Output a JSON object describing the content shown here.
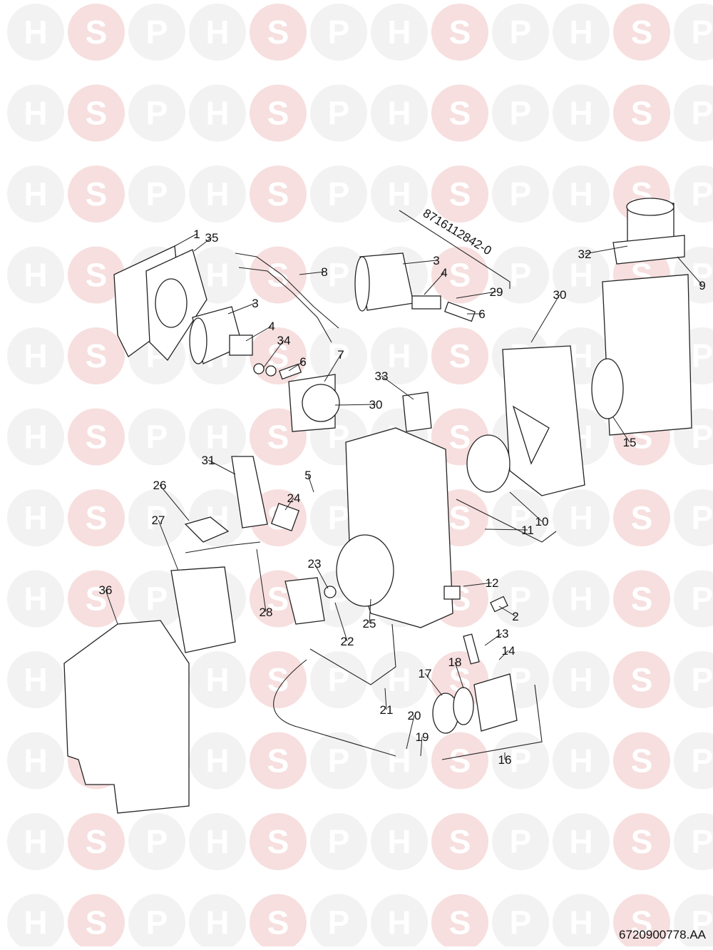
{
  "watermark": {
    "letters": [
      "H",
      "S",
      "P"
    ],
    "colors": {
      "neutral": "#f2f2f2",
      "accent": "#f7dfdf"
    }
  },
  "diagram": {
    "kit_reference": "8716112842-0",
    "drawing_number": "6720900778.AA",
    "callouts": [
      "1",
      "35",
      "3",
      "4",
      "34",
      "6",
      "7",
      "30",
      "8",
      "3",
      "4",
      "29",
      "6",
      "33",
      "30",
      "32",
      "9",
      "15",
      "10",
      "11",
      "5",
      "31",
      "26",
      "24",
      "27",
      "23",
      "12",
      "2",
      "25",
      "22",
      "28",
      "36",
      "13",
      "14",
      "17",
      "18",
      "20",
      "19",
      "21",
      "16"
    ]
  }
}
